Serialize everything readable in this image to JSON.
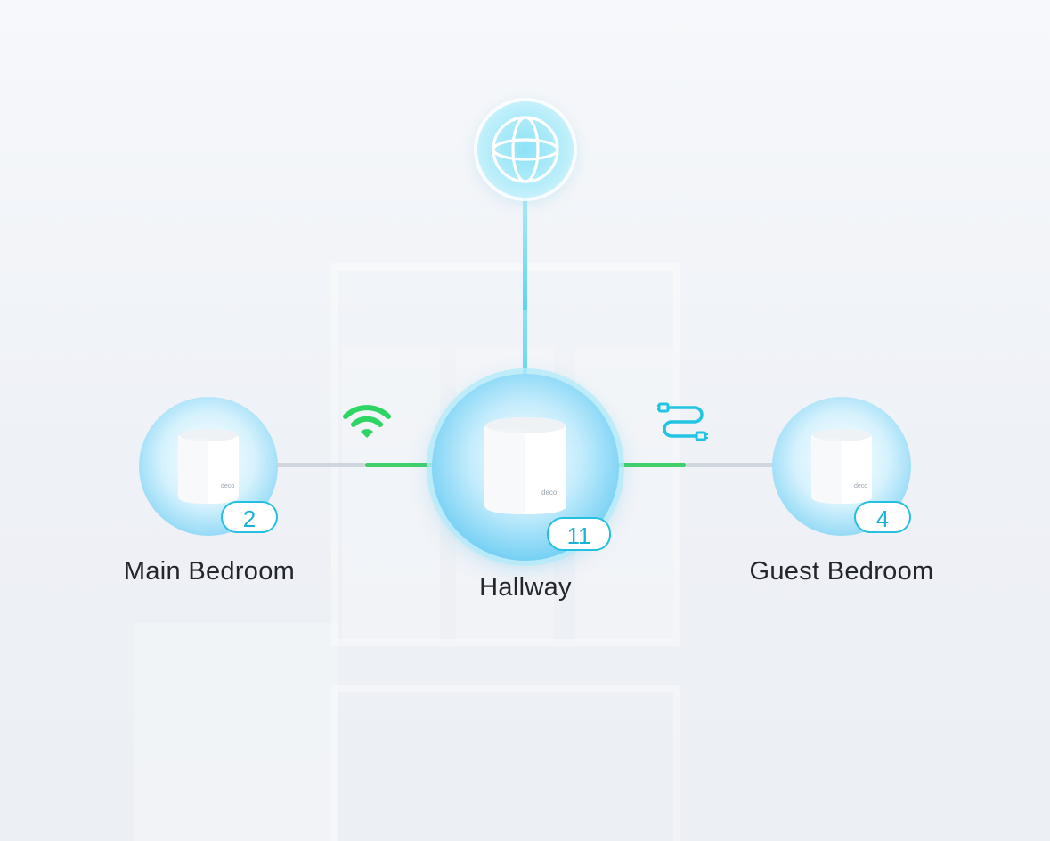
{
  "topology": {
    "internet": {
      "icon": "globe-icon",
      "color": "#5fd3f3"
    },
    "main_node": {
      "label": "Hallway",
      "client_count": "11",
      "icon": "mesh-router-icon"
    },
    "satellites": [
      {
        "label": "Main Bedroom",
        "client_count": "2",
        "connection": "wireless",
        "connection_icon": "wifi-icon"
      },
      {
        "label": "Guest Bedroom",
        "client_count": "4",
        "connection": "wired",
        "connection_icon": "ethernet-cable-icon"
      }
    ]
  },
  "colors": {
    "accent": "#25bfe0",
    "link_active": "#3fcf6b",
    "link_inactive": "#cfd6de",
    "text": "#23262c"
  }
}
